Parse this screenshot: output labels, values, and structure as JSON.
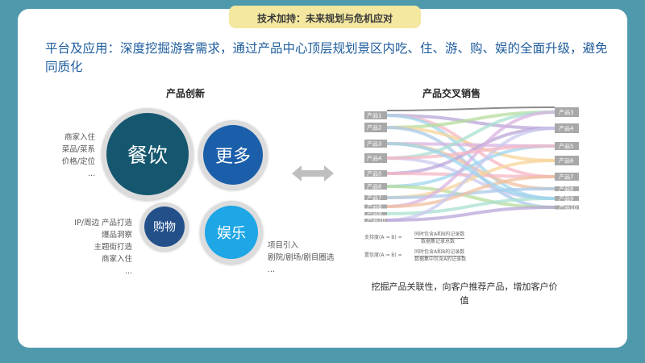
{
  "banner": "技术加持：未来规划与危机应对",
  "headline": "平台及应用：深度挖掘游客需求，通过产品中心顶层规划景区内吃、住、游、购、娱的全面升级，避免同质化",
  "innovation": {
    "title": "产品创新",
    "circles": {
      "dining": "餐饮",
      "more": "更多",
      "shopping": "购物",
      "entertainment": "娱乐"
    },
    "dining_text": [
      "商家入住",
      "菜品/菜系",
      "价格/定位",
      "..."
    ],
    "shopping_text": [
      "IP/周边 产品打造",
      "爆品洞察",
      "主题街打造",
      "商家入住",
      "..."
    ],
    "entertainment_text": [
      "项目引入",
      "剧院/剧场/剧目圈选",
      "..."
    ],
    "colors": {
      "dining": "#15576f",
      "more": "#1b5faa",
      "shopping": "#24508a",
      "entertainment": "#1ea6e6"
    }
  },
  "cross_sell": {
    "title": "产品交叉销售",
    "left_labels": [
      "产品1",
      "产品2",
      "产品3",
      "产品4",
      "产品5",
      "产品6",
      "产品7",
      "产品8",
      "产品9",
      "产品10"
    ],
    "right_labels": [
      "产品3",
      "产品4",
      "产品5",
      "产品6",
      "产品7",
      "产品8",
      "产品9",
      "产品10"
    ],
    "formula_support_left": "支持度(A ⇒ B) =",
    "formula_support_num": "同时包含A和B的记录数",
    "formula_support_den": "数据集记录总数",
    "formula_conf_left": "置信度(A ⇒ B) =",
    "formula_conf_num": "同时包含A和B的记录数",
    "formula_conf_den": "数据集中包含A的记录数",
    "caption": "挖掘产品关联性，向客户推荐产品，增加客户价值"
  }
}
